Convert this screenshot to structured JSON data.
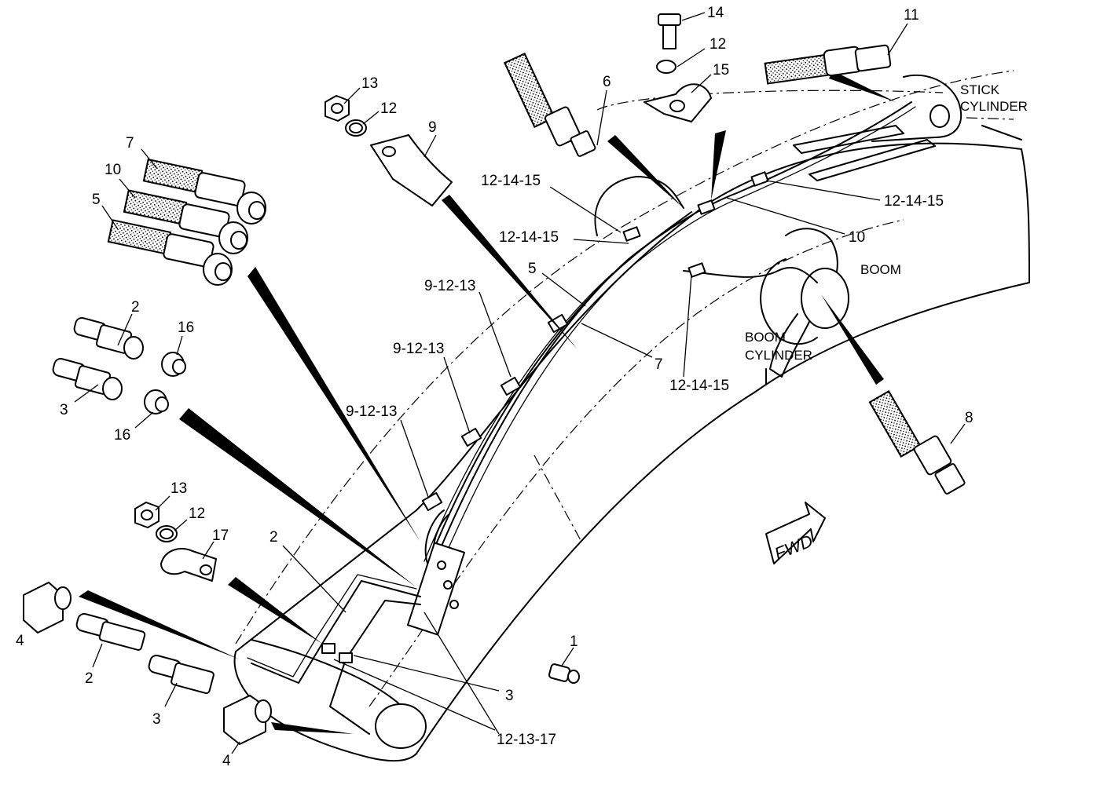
{
  "diagram": {
    "zone_labels": {
      "stick_cylinder_1": "STICK",
      "stick_cylinder_2": "CYLINDER",
      "boom": "BOOM",
      "boom_cylinder_1": "BOOM",
      "boom_cylinder_2": "CYLINDER",
      "fwd": "FWD"
    },
    "callouts": {
      "c14": "14",
      "c12a": "12",
      "c15a": "15",
      "c11": "11",
      "c6": "6",
      "c13a": "13",
      "c12b": "12",
      "c9": "9",
      "c7a": "7",
      "c10a": "10",
      "c5a": "5",
      "c1214a": "12-14-15",
      "c1214b": "12-14-15",
      "c1214c": "12-14-15",
      "c1214d": "12-14-15",
      "c10b": "10",
      "c5b": "5",
      "c7b": "7",
      "c912a": "9-12-13",
      "c912b": "9-12-13",
      "c912c": "9-12-13",
      "c2a": "2",
      "c16a": "16",
      "c3a": "3",
      "c16b": "16",
      "c8": "8",
      "c13b": "13",
      "c12c": "12",
      "c17": "17",
      "c2b": "2",
      "c4a": "4",
      "c2c": "2",
      "c3b": "3",
      "c4b": "4",
      "c1": "1",
      "c3c": "3",
      "c121317": "12-13-17"
    }
  }
}
